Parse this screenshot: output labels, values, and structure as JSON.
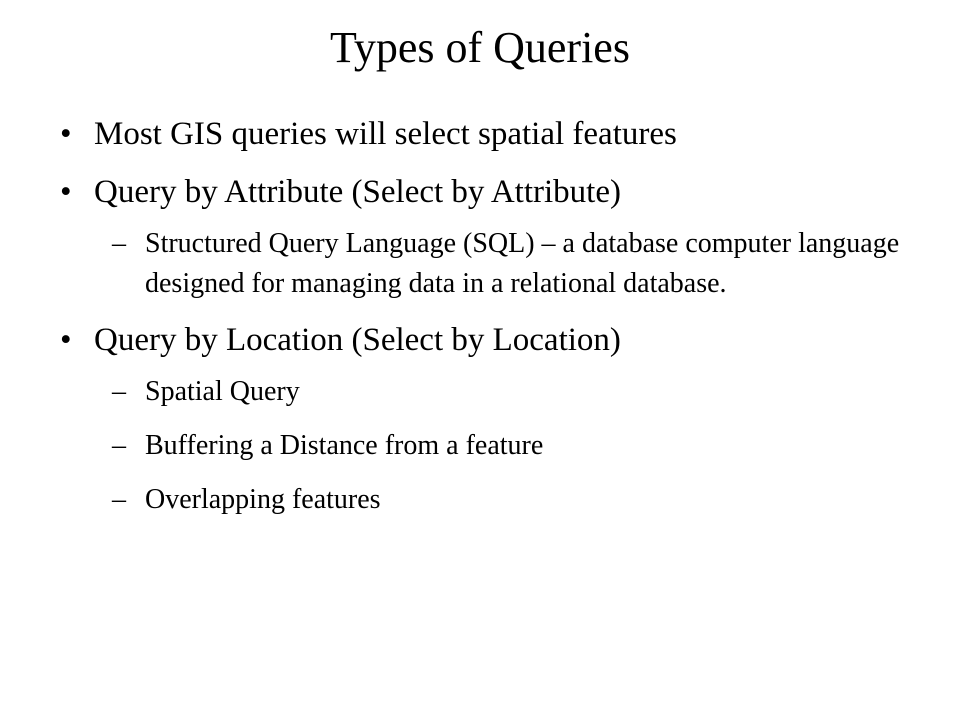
{
  "slide": {
    "title": "Types of Queries",
    "bullets": [
      {
        "marker": "•",
        "text": "Most GIS queries will select spatial features",
        "subitems": []
      },
      {
        "marker": "•",
        "text": "Query by Attribute (Select by Attribute)",
        "subitems": [
          {
            "marker": "–",
            "text": "Structured Query Language (SQL) – a database computer language designed for managing data in a relational database."
          }
        ]
      },
      {
        "marker": "•",
        "text": "Query by Location (Select by Location)",
        "subitems": [
          {
            "marker": "–",
            "text": "Spatial Query"
          },
          {
            "marker": "–",
            "text": "Buffering a Distance from a feature"
          },
          {
            "marker": "–",
            "text": "Overlapping features"
          }
        ]
      }
    ]
  }
}
